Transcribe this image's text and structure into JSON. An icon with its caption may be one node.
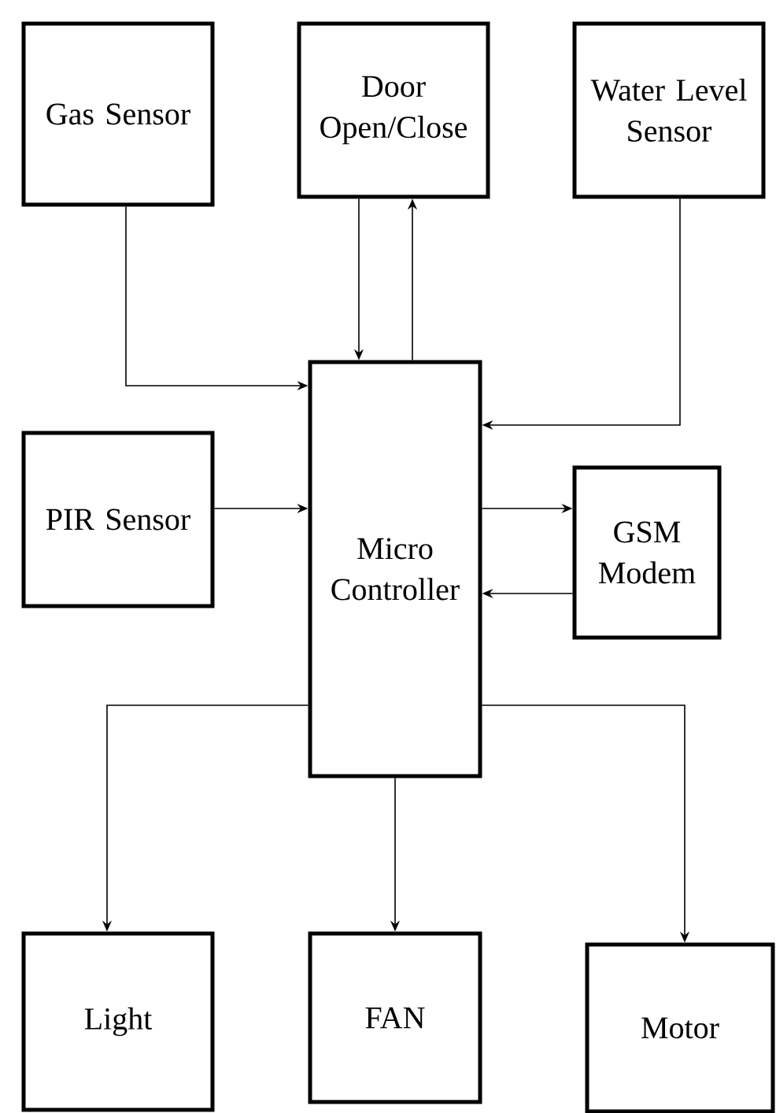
{
  "diagram": {
    "nodes": [
      {
        "text": [
          "Gas Sensor"
        ]
      },
      {
        "text": [
          "Door Open/Close"
        ]
      },
      {
        "text": [
          "Water Level Sensor"
        ]
      },
      {
        "text": [
          "PIR Sensor"
        ]
      },
      {
        "text": [
          "Micro Controller"
        ]
      },
      {
        "text": [
          "GSM Modem"
        ]
      },
      {
        "text": [
          "Light"
        ]
      },
      {
        "text": [
          "FAN"
        ]
      },
      {
        "text": [
          "Motor"
        ]
      }
    ],
    "edges": [
      {
        "from": 0,
        "to": 4,
        "arrow": "to"
      },
      {
        "from": 1,
        "to": 4,
        "arrow": "to"
      },
      {
        "from": 4,
        "to": 1,
        "arrow": "to"
      },
      {
        "from": 2,
        "to": 4,
        "arrow": "to"
      },
      {
        "from": 3,
        "to": 4,
        "arrow": "to"
      },
      {
        "from": 4,
        "to": 5,
        "arrow": "to"
      },
      {
        "from": 5,
        "to": 4,
        "arrow": "to"
      },
      {
        "from": 4,
        "to": 6,
        "arrow": "to"
      },
      {
        "from": 4,
        "to": 7,
        "arrow": "to"
      },
      {
        "from": 4,
        "to": 8,
        "arrow": "to"
      }
    ]
  }
}
